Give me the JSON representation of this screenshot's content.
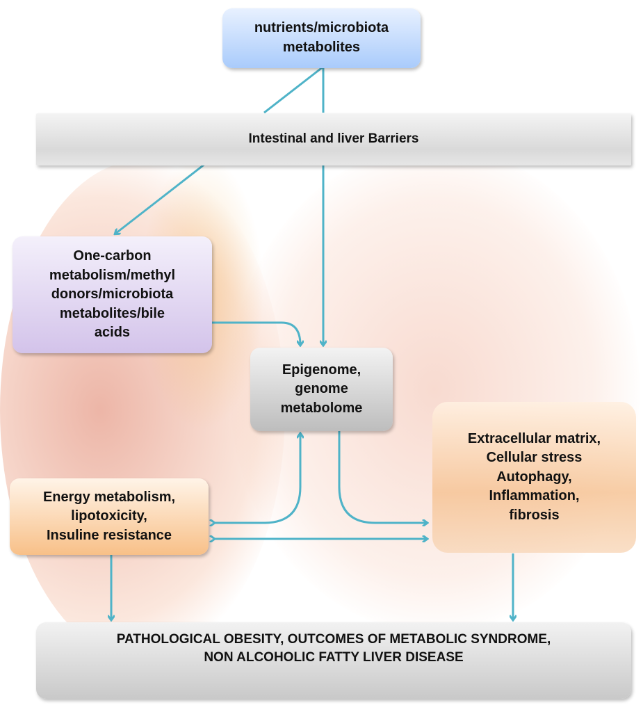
{
  "nodes": {
    "nutrients": "nutrients/microbiota\nmetabolites",
    "barriers": "Intestinal and liver Barriers",
    "one_carbon": "One-carbon\nmetabolism/methyl\ndonors/microbiota\nmetabolites/bile\nacids",
    "epigenome": "Epigenome,\ngenome\nmetabolome",
    "energy": "Energy metabolism,\nlipotoxicity,\nInsuline resistance",
    "extracellular": "Extracellular matrix,\nCellular stress\nAutophagy,\nInflammation,\nfibrosis",
    "outcome": "PATHOLOGICAL OBESITY, OUTCOMES  OF METABOLIC SYNDROME,\nNON ALCOHOLIC FATTY LIVER DISEASE"
  },
  "colors": {
    "arrow": "#4fb3c8"
  }
}
